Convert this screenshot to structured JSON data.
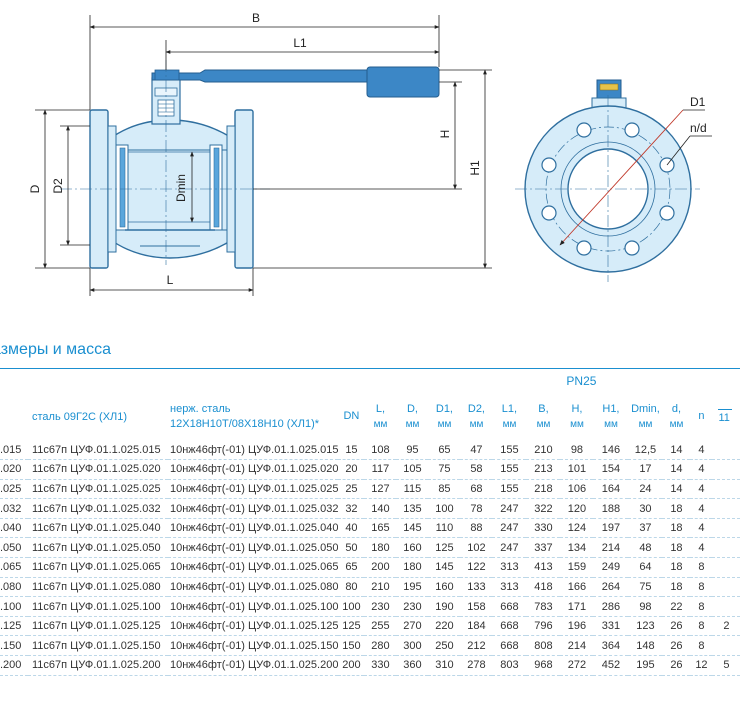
{
  "drawing": {
    "labels": {
      "B": "B",
      "L1": "L1",
      "H": "H",
      "H1": "H1",
      "D": "D",
      "D2": "D2",
      "Dmin": "Dmin",
      "L": "L",
      "D1": "D1",
      "nd": "n/d"
    }
  },
  "section_title": "азмеры и масса",
  "table": {
    "pn_label": "PN25",
    "headers": {
      "steel_09g2s": "сталь 09Г2С (ХЛ1)",
      "stainless_line1": "нерж. сталь",
      "stainless_line2": "12Х18Н10Т/08Х18Н10 (ХЛ1)*",
      "dn": "DN",
      "L": "L,",
      "D": "D,",
      "D1": "D1,",
      "D2": "D2,",
      "L1": "L1,",
      "B": "B,",
      "H": "H,",
      "H1": "H1,",
      "Dmin": "Dmin,",
      "d": "d,",
      "n": "n",
      "unit": "мм",
      "last_partial": "11"
    },
    "rows": [
      {
        "a": ".015",
        "b": "11с67п ЦУФ.01.1.025.015",
        "c": "10нж46фт(-01) ЦУФ.01.1.025.015",
        "dn": "15",
        "L": "108",
        "D": "95",
        "D1": "65",
        "D2": "47",
        "L1": "155",
        "B": "210",
        "H": "98",
        "H1": "146",
        "Dmin": "12,5",
        "d": "14",
        "n": "4",
        "x": ""
      },
      {
        "a": ".020",
        "b": "11с67п ЦУФ.01.1.025.020",
        "c": "10нж46фт(-01) ЦУФ.01.1.025.020",
        "dn": "20",
        "L": "117",
        "D": "105",
        "D1": "75",
        "D2": "58",
        "L1": "155",
        "B": "213",
        "H": "101",
        "H1": "154",
        "Dmin": "17",
        "d": "14",
        "n": "4",
        "x": ""
      },
      {
        "a": ".025",
        "b": "11с67п ЦУФ.01.1.025.025",
        "c": "10нж46фт(-01) ЦУФ.01.1.025.025",
        "dn": "25",
        "L": "127",
        "D": "115",
        "D1": "85",
        "D2": "68",
        "L1": "155",
        "B": "218",
        "H": "106",
        "H1": "164",
        "Dmin": "24",
        "d": "14",
        "n": "4",
        "x": ""
      },
      {
        "a": ".032",
        "b": "11с67п ЦУФ.01.1.025.032",
        "c": "10нж46фт(-01) ЦУФ.01.1.025.032",
        "dn": "32",
        "L": "140",
        "D": "135",
        "D1": "100",
        "D2": "78",
        "L1": "247",
        "B": "322",
        "H": "120",
        "H1": "188",
        "Dmin": "30",
        "d": "18",
        "n": "4",
        "x": ""
      },
      {
        "a": ".040",
        "b": "11с67п ЦУФ.01.1.025.040",
        "c": "10нж46фт(-01) ЦУФ.01.1.025.040",
        "dn": "40",
        "L": "165",
        "D": "145",
        "D1": "110",
        "D2": "88",
        "L1": "247",
        "B": "330",
        "H": "124",
        "H1": "197",
        "Dmin": "37",
        "d": "18",
        "n": "4",
        "x": ""
      },
      {
        "a": ".050",
        "b": "11с67п ЦУФ.01.1.025.050",
        "c": "10нж46фт(-01) ЦУФ.01.1.025.050",
        "dn": "50",
        "L": "180",
        "D": "160",
        "D1": "125",
        "D2": "102",
        "L1": "247",
        "B": "337",
        "H": "134",
        "H1": "214",
        "Dmin": "48",
        "d": "18",
        "n": "4",
        "x": ""
      },
      {
        "a": ".065",
        "b": "11с67п ЦУФ.01.1.025.065",
        "c": "10нж46фт(-01) ЦУФ.01.1.025.065",
        "dn": "65",
        "L": "200",
        "D": "180",
        "D1": "145",
        "D2": "122",
        "L1": "313",
        "B": "413",
        "H": "159",
        "H1": "249",
        "Dmin": "64",
        "d": "18",
        "n": "8",
        "x": ""
      },
      {
        "a": ".080",
        "b": "11с67п ЦУФ.01.1.025.080",
        "c": "10нж46фт(-01) ЦУФ.01.1.025.080",
        "dn": "80",
        "L": "210",
        "D": "195",
        "D1": "160",
        "D2": "133",
        "L1": "313",
        "B": "418",
        "H": "166",
        "H1": "264",
        "Dmin": "75",
        "d": "18",
        "n": "8",
        "x": ""
      },
      {
        "a": ".100",
        "b": "11с67п ЦУФ.01.1.025.100",
        "c": "10нж46фт(-01) ЦУФ.01.1.025.100",
        "dn": "100",
        "L": "230",
        "D": "230",
        "D1": "190",
        "D2": "158",
        "L1": "668",
        "B": "783",
        "H": "171",
        "H1": "286",
        "Dmin": "98",
        "d": "22",
        "n": "8",
        "x": ""
      },
      {
        "a": ".125",
        "b": "11с67п ЦУФ.01.1.025.125",
        "c": "10нж46фт(-01) ЦУФ.01.1.025.125",
        "dn": "125",
        "L": "255",
        "D": "270",
        "D1": "220",
        "D2": "184",
        "L1": "668",
        "B": "796",
        "H": "196",
        "H1": "331",
        "Dmin": "123",
        "d": "26",
        "n": "8",
        "x": "2"
      },
      {
        "a": ".150",
        "b": "11с67п ЦУФ.01.1.025.150",
        "c": "10нж46фт(-01) ЦУФ.01.1.025.150",
        "dn": "150",
        "L": "280",
        "D": "300",
        "D1": "250",
        "D2": "212",
        "L1": "668",
        "B": "808",
        "H": "214",
        "H1": "364",
        "Dmin": "148",
        "d": "26",
        "n": "8",
        "x": ""
      },
      {
        "a": ".200",
        "b": "11с67п ЦУФ.01.1.025.200",
        "c": "10нж46фт(-01) ЦУФ.01.1.025.200",
        "dn": "200",
        "L": "330",
        "D": "360",
        "D1": "310",
        "D2": "278",
        "L1": "803",
        "B": "968",
        "H": "272",
        "H1": "452",
        "Dmin": "195",
        "d": "26",
        "n": "12",
        "x": "5"
      }
    ]
  },
  "colors": {
    "accent": "#1a8fd0",
    "valve_fill": "#d6ecf9",
    "handle": "#3c87c6",
    "line": "#2f6f9f"
  }
}
